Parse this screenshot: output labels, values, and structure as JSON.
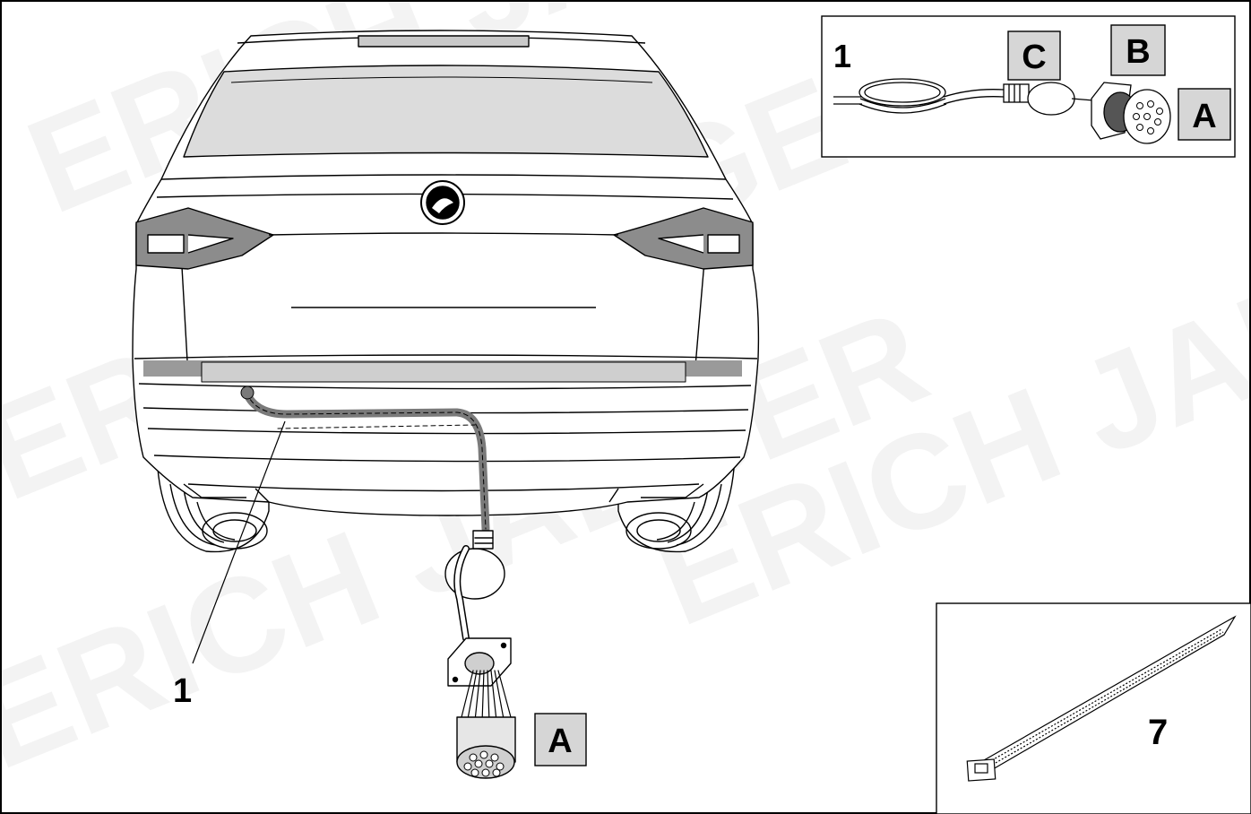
{
  "watermark": {
    "text_1": "ERICH JAEGER",
    "text_2": "ERICH JAEGER",
    "text_3": "ERICH JAEGER",
    "text_4": "ERICH JAEGER"
  },
  "callouts": {
    "harness_number": "1",
    "socket_letter": "A",
    "cable_tie_number": "7"
  },
  "inset_harness": {
    "number": "1",
    "label_c": "C",
    "label_b": "B",
    "label_a": "A"
  },
  "colors": {
    "line": "#000000",
    "glass": "#dcdcdc",
    "lamp": "#8c8c8c",
    "cable": "#7a7a7a",
    "label_box": "#d6d6d6"
  }
}
